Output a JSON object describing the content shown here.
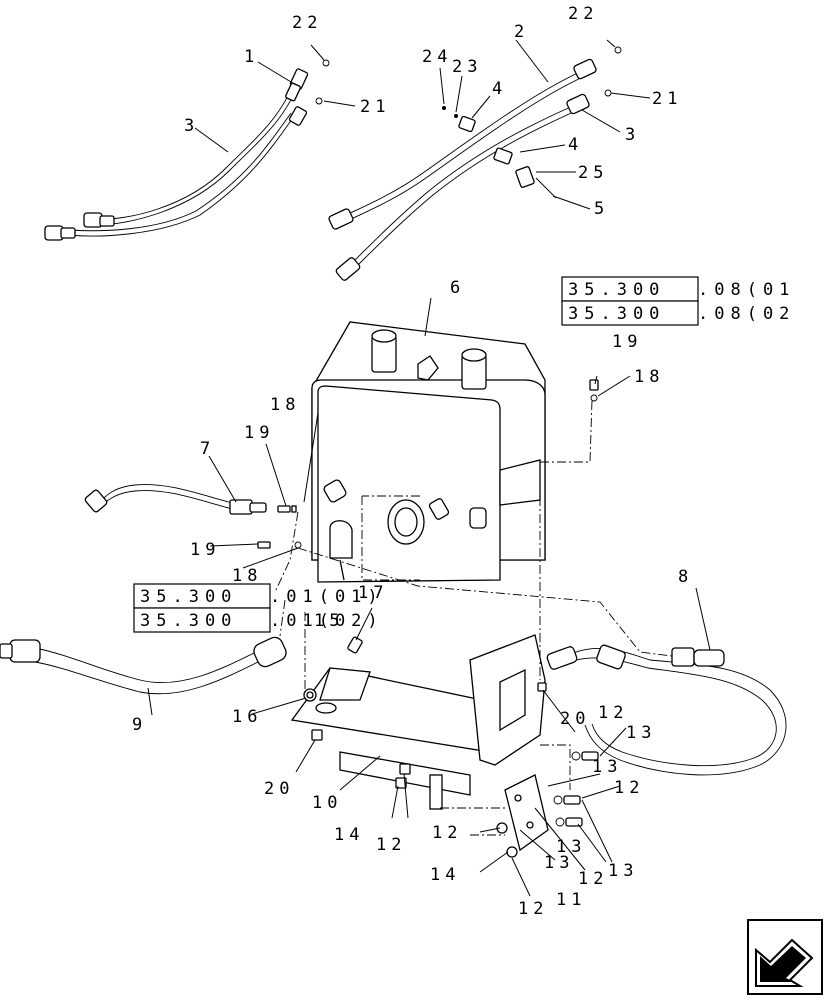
{
  "diagram": {
    "part_labels": [
      "22",
      "1",
      "3",
      "22",
      "2",
      "24",
      "23",
      "4",
      "21",
      "21",
      "3",
      "4",
      "25",
      "5",
      "6",
      "19",
      "18",
      "18",
      "19",
      "7",
      "19",
      "18",
      "17",
      "15",
      "8",
      "9",
      "16",
      "20",
      "12",
      "13",
      "20",
      "10",
      "13",
      "12",
      "14",
      "12",
      "12",
      "13",
      "14",
      "13",
      "12",
      "13",
      "12",
      "11"
    ],
    "references": [
      {
        "box": "35.300",
        "suffix": ".08(01"
      },
      {
        "box": "35.300",
        "suffix": ".08(02"
      },
      {
        "box": "35.300",
        "suffix": ".01(01)"
      },
      {
        "box": "35.300",
        "suffix": ".01(02)"
      }
    ],
    "nav_icon": "arrow-back-icon"
  }
}
